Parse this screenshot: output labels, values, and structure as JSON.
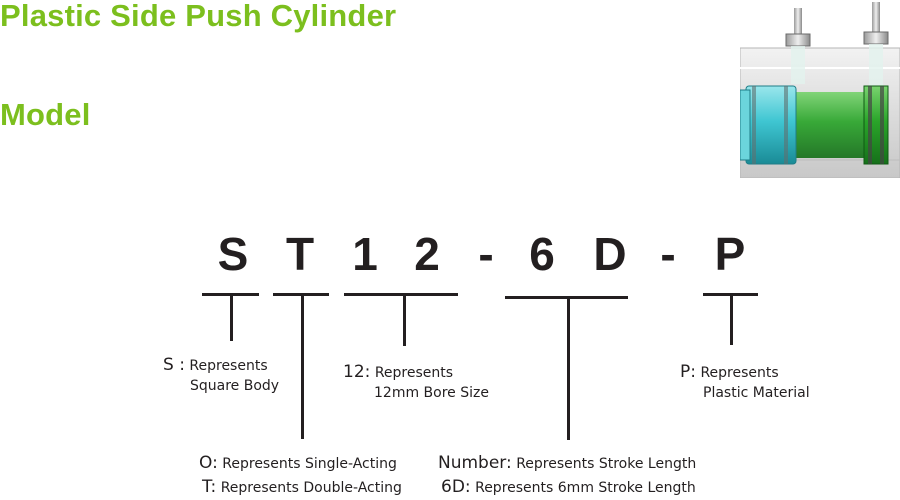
{
  "title": "Plastic Side Push Cylinder",
  "subtitle": "Model",
  "product_image": {
    "description_icon": "cylinder-product-icon"
  },
  "model_code": [
    "S",
    "T",
    "1",
    "2",
    "-",
    "6",
    "D",
    "-",
    "P"
  ],
  "colors": {
    "heading": "#7cbf1e",
    "text": "#231f20"
  },
  "descriptions": {
    "s": {
      "key": "S :",
      "line1": "Represents",
      "line2": "Square Body"
    },
    "bore": {
      "key": "12:",
      "line1": "Represents",
      "line2": "12mm Bore Size"
    },
    "p": {
      "key": "P:",
      "line1": "Represents",
      "line2": "Plastic Material"
    },
    "acting": [
      {
        "key": "O:",
        "text": "Represents Single-Acting"
      },
      {
        "key": "T:",
        "text": "Represents Double-Acting"
      }
    ],
    "stroke": [
      {
        "key": "Number:",
        "text": "Represents Stroke Length"
      },
      {
        "key": "6D:",
        "text": "Represents 6mm Stroke Length"
      }
    ]
  }
}
